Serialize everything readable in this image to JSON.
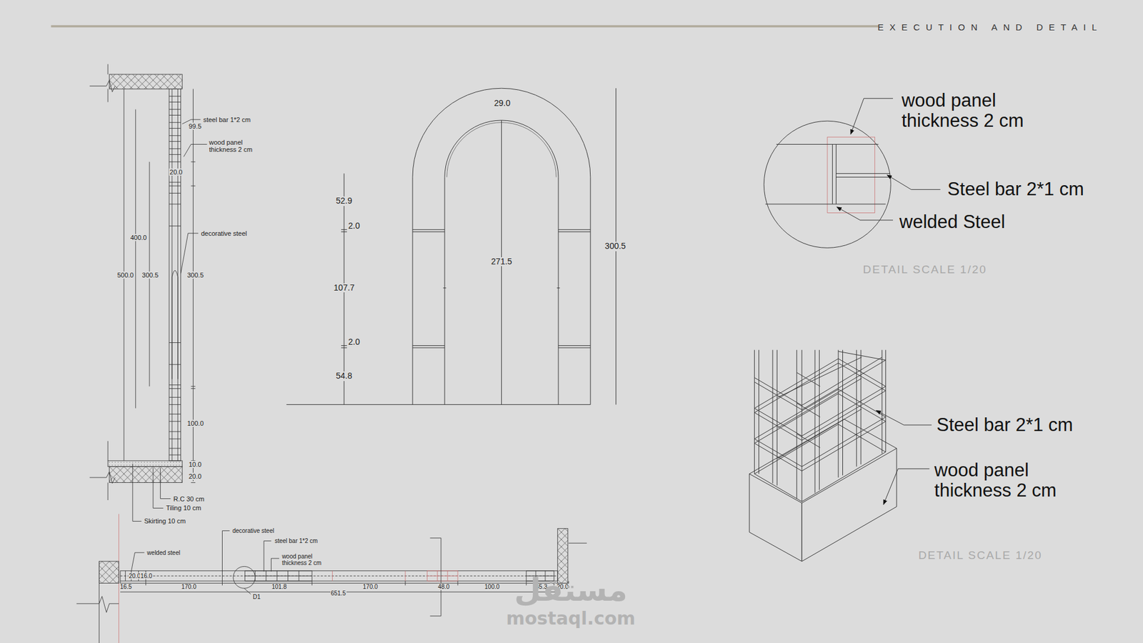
{
  "diagram": {
    "title": "EXECUTION AND DETAIL",
    "labels": [
      "steel bar 1*2 cm",
      "99.5",
      "wood panel thickness 2 cm",
      "20.0",
      "decorative steel",
      "400.0",
      "500.0",
      "300.5",
      "300.5",
      "100.0",
      "10.0",
      "20.0",
      "R.C 30 cm",
      "Tiling 10 cm",
      "Skirting 10 cm",
      "29.0",
      "52.9",
      "2.0",
      "107.7",
      "2.0",
      "54.8",
      "271.5",
      "300.5",
      "wood panel thickness 2 cm",
      "Steel bar 2*1 cm",
      "welded Steel",
      "DETAIL SCALE 1/20",
      "Steel bar 2*1 cm",
      "wood panel thickness 2 cm",
      "DETAIL SCALE 1/20",
      "welded steel",
      "decorative steel",
      "steel bar 1*2 cm",
      "wood panel thickness 2 cm",
      "20.0",
      "16.0",
      "16.5",
      "170.0",
      "101.8",
      "170.0",
      "48.0",
      "100.0",
      "45.3",
      "20.0",
      "D1",
      "651.5",
      "مستقل",
      "mostaql.com"
    ]
  }
}
